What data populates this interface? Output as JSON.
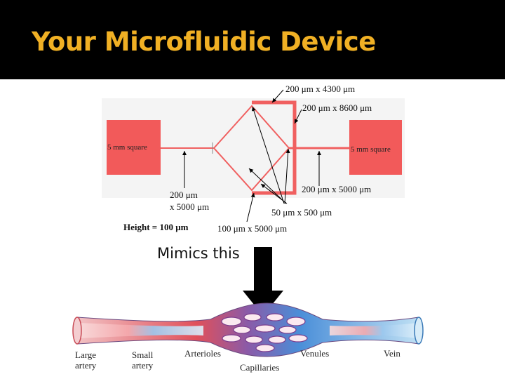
{
  "slide": {
    "title": "Your Microfluidic Device",
    "caption": "Mimics this"
  },
  "device": {
    "left_reservoir": "5 mm square",
    "right_reservoir": "5 mm square",
    "dim_top": "200 μm x 4300 μm",
    "dim_right_top": "200 μm x 8600 μm",
    "dim_left_line1": "200 μm",
    "dim_left_line2": "x 5000 μm",
    "dim_right_bottom": "200 μm x 5000 μm",
    "dim_diamond": "50 μm x 500 μm",
    "dim_bottom": "100 μm x 5000 μm",
    "height": "Height = 100 μm"
  },
  "vessels": {
    "large_artery_1": "Large",
    "large_artery_2": "artery",
    "small_artery_1": "Small",
    "small_artery_2": "artery",
    "arterioles": "Arterioles",
    "capillaries": "Capillaries",
    "venules": "Venules",
    "vein": "Vein"
  },
  "colors": {
    "title": "#f0b024",
    "reservoir": "#f25a5a",
    "artery": "#e0505a",
    "vein": "#3aa6e0"
  }
}
